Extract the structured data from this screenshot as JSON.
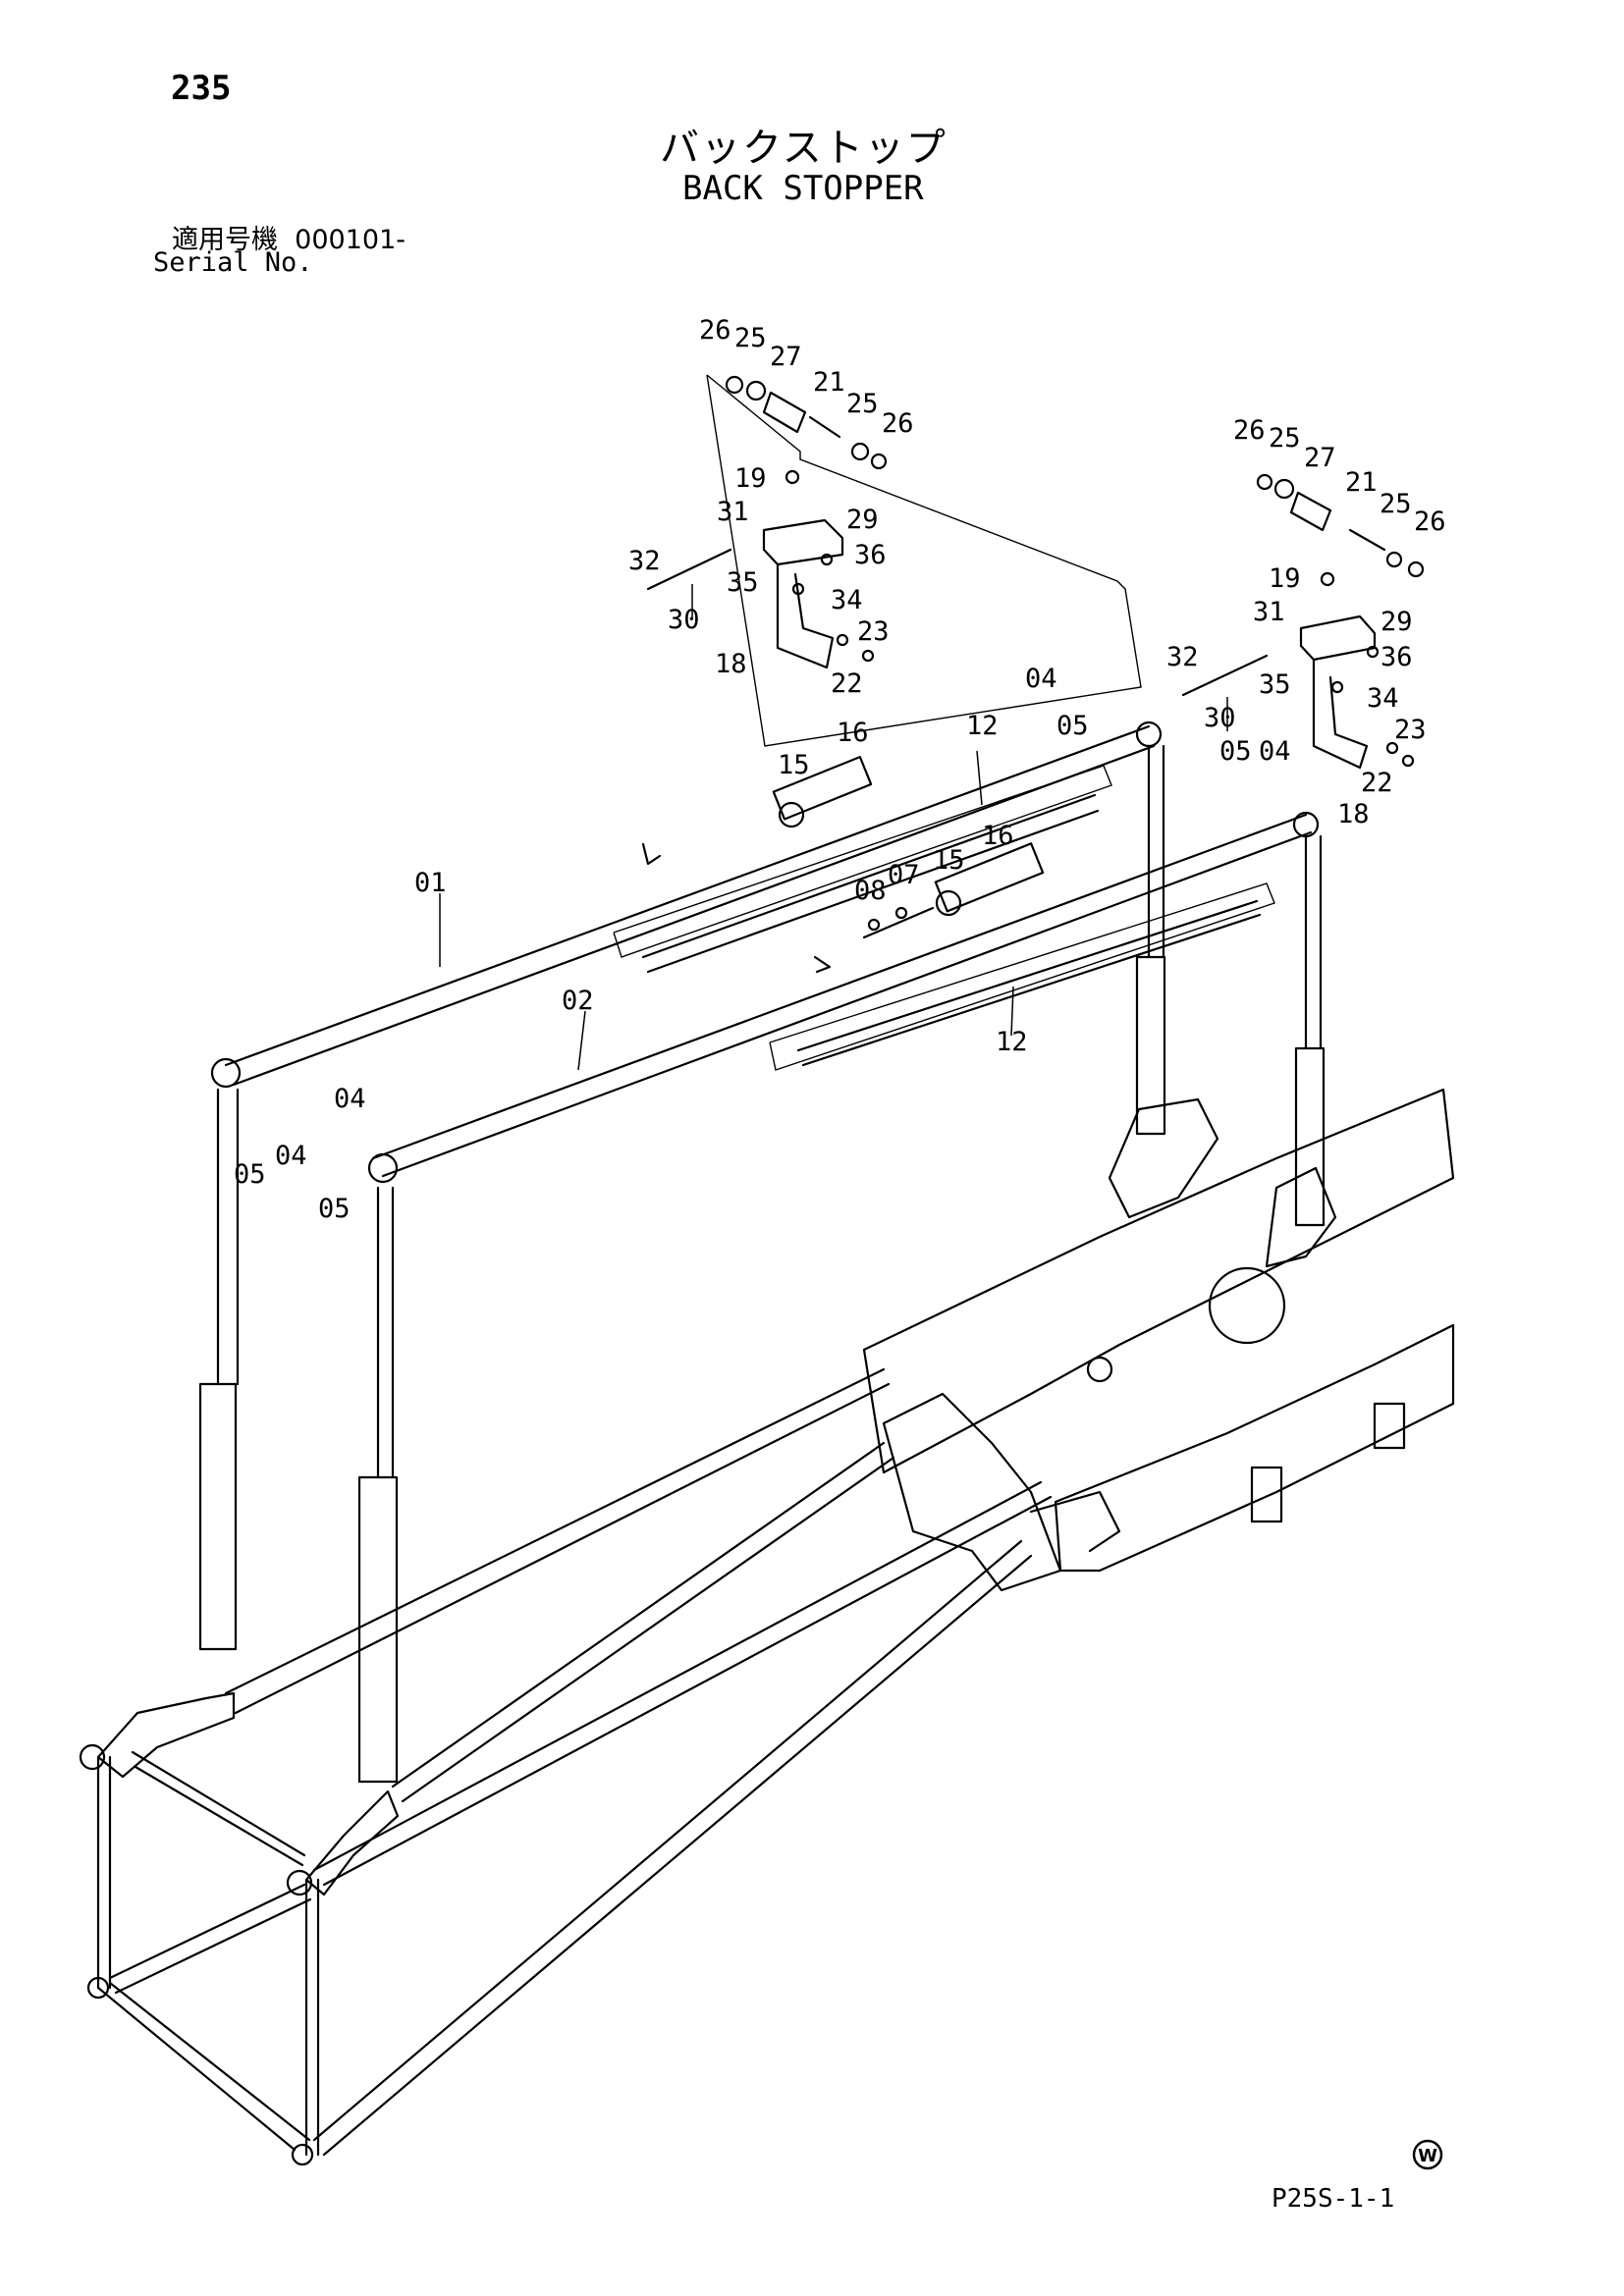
{
  "header": {
    "page_number": "235",
    "title_jp": "バックストップ",
    "title_en": "BACK STOPPER",
    "serial_label_jp": "適用号機",
    "serial_value": "000101-",
    "serial_label_en": "Serial No."
  },
  "footer": {
    "mark_letter": "W",
    "figure_code": "P25S-1-1"
  },
  "callouts": [
    "26",
    "25",
    "27",
    "21",
    "25",
    "26",
    "19",
    "31",
    "29",
    "32",
    "36",
    "35",
    "30",
    "34",
    "23",
    "18",
    "22",
    "26",
    "25",
    "27",
    "21",
    "25",
    "26",
    "19",
    "31",
    "29",
    "32",
    "36",
    "35",
    "30",
    "34",
    "23",
    "22",
    "18",
    "04",
    "05",
    "05",
    "04",
    "16",
    "15",
    "12",
    "08",
    "07",
    "15",
    "16",
    "01",
    "02",
    "12",
    "04",
    "05",
    "04",
    "05"
  ]
}
